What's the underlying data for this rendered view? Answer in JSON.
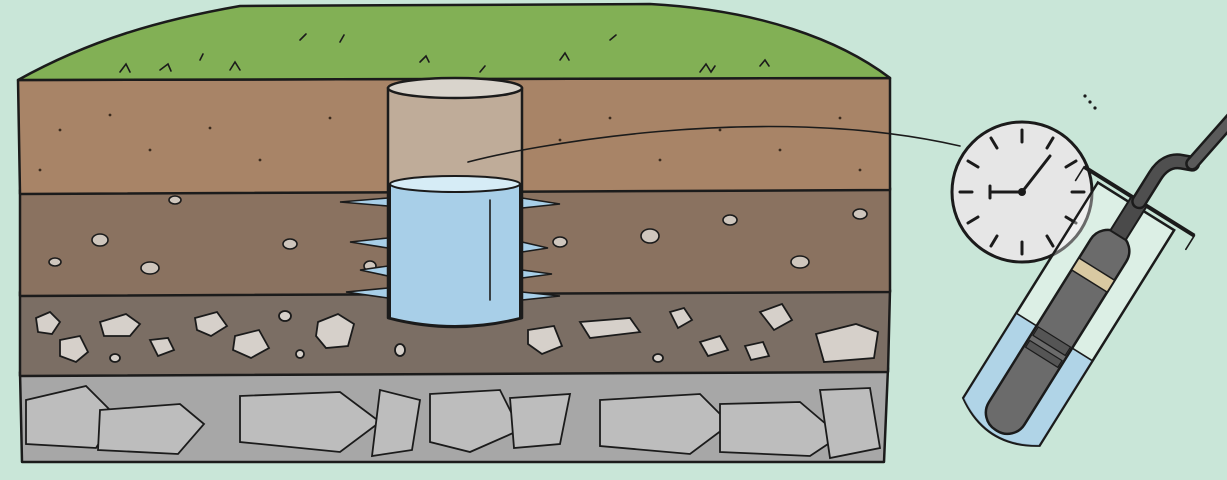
{
  "diagram": {
    "subject": "well-borehole-cross-section-with-water-level-logger",
    "layers": [
      {
        "name": "grass-topsoil",
        "color": "#7fae4e"
      },
      {
        "name": "brown-soil",
        "color": "#a88467"
      },
      {
        "name": "gravelly-silt",
        "color": "#8a7260"
      },
      {
        "name": "stony-gravel",
        "color": "#7b6e64"
      },
      {
        "name": "bedrock",
        "color": "#a7a7a7"
      }
    ],
    "colors": {
      "background": "#c9e6d8",
      "water": "#a8cfe8",
      "tube": "#d9d4cc",
      "gauge_face": "#e6e6e6",
      "sensor": "#6b6b6b"
    },
    "icons": [
      "clock-gauge-icon",
      "pressure-sensor-icon",
      "cable-icon"
    ]
  }
}
